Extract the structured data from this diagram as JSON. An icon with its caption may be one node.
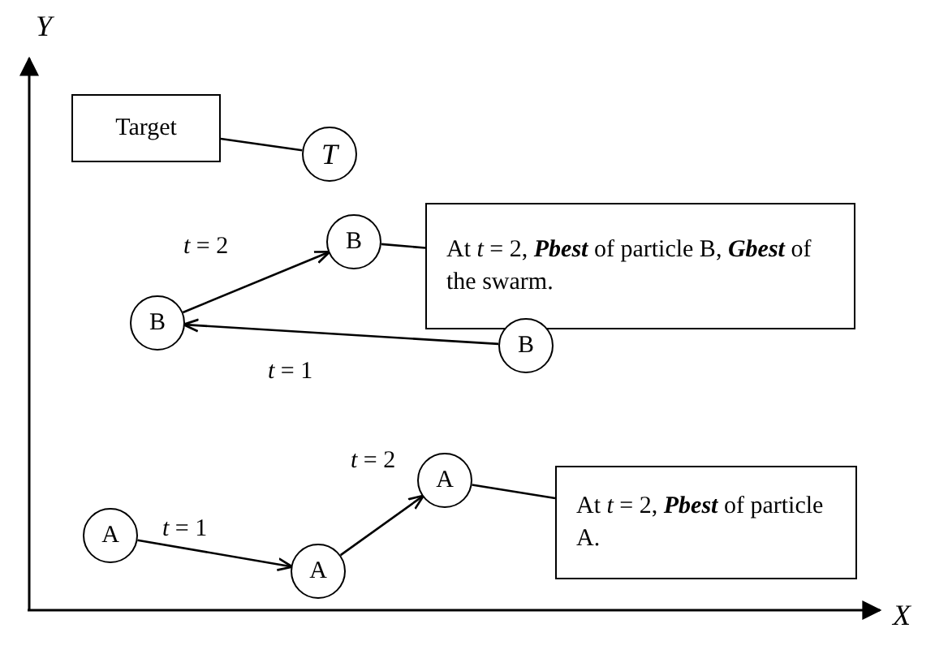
{
  "diagram": {
    "nodes": [
      {
        "text": [
          "Target"
        ]
      },
      {
        "text": [
          "T"
        ]
      },
      {
        "text": [
          "B"
        ]
      },
      {
        "text": [
          "At *t* = 2, **Pbest** of particle B, **Gbest** of the swarm."
        ]
      },
      {
        "text": [
          "B"
        ]
      },
      {
        "text": [
          "B"
        ]
      },
      {
        "text": [
          "A"
        ]
      },
      {
        "text": [
          "At *t* = 2, **Pbest** of particle A."
        ]
      },
      {
        "text": [
          "A"
        ]
      },
      {
        "text": [
          "A"
        ]
      }
    ],
    "edges": [
      {
        "from": 0,
        "to": 1,
        "arrow": "none"
      },
      {
        "from": 2,
        "to": 3,
        "arrow": "none"
      },
      {
        "from": 5,
        "to": 4,
        "arrow": "to",
        "label": "*t* = 1"
      },
      {
        "from": 4,
        "to": 2,
        "arrow": "to",
        "label": "*t* = 2"
      },
      {
        "from": 8,
        "to": 9,
        "arrow": "to",
        "label": "*t* = 1"
      },
      {
        "from": 9,
        "to": 6,
        "arrow": "to",
        "label": "*t* = 2"
      },
      {
        "from": 6,
        "to": 7,
        "arrow": "none"
      }
    ],
    "labels": [
      "Y",
      "X"
    ]
  }
}
